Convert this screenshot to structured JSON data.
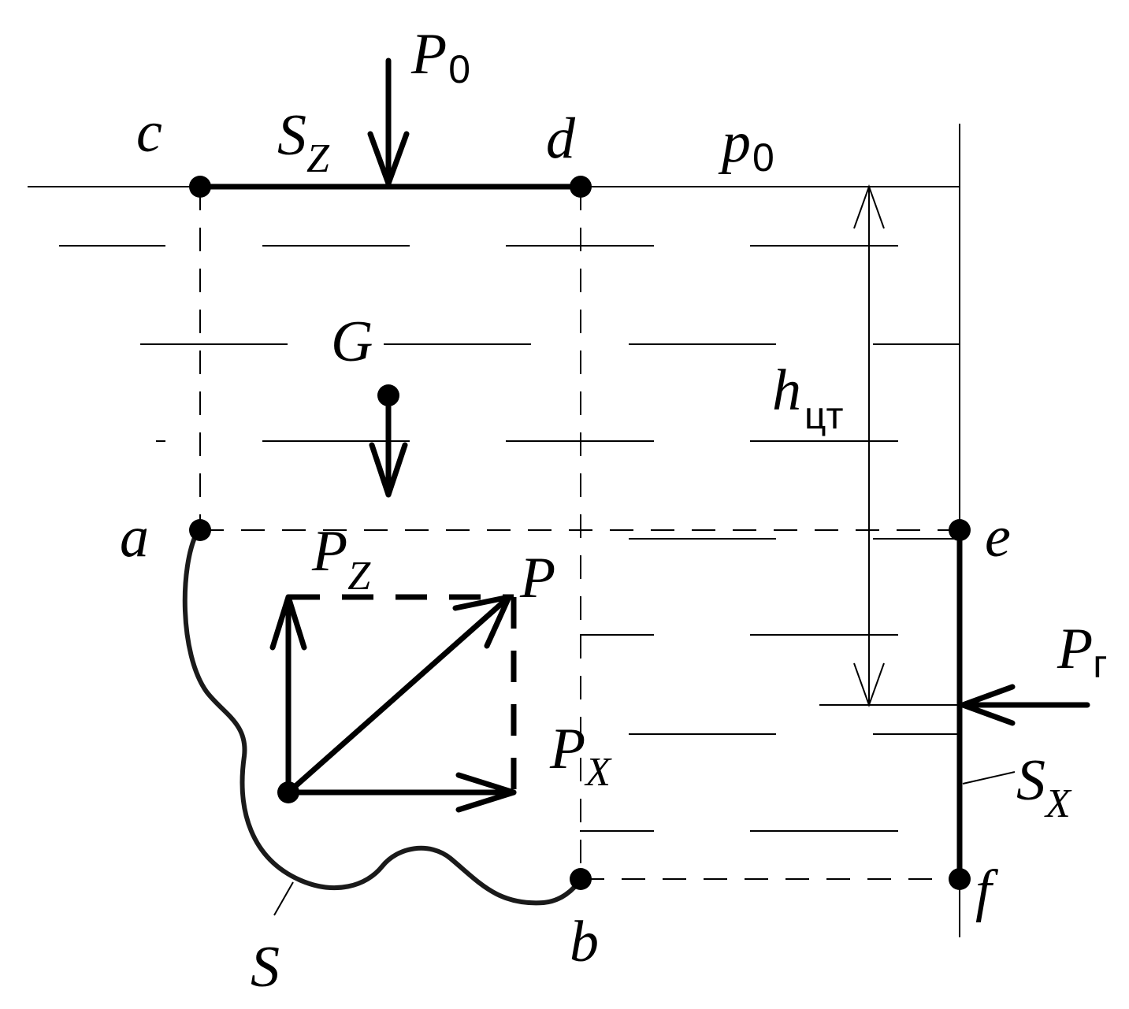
{
  "diagram": {
    "points": {
      "a": "a",
      "b": "b",
      "c": "c",
      "d": "d",
      "e": "e",
      "f": "f"
    },
    "labels": {
      "P0_main": "P",
      "P0_sub": "0",
      "p0_main": "p",
      "p0_sub": "0",
      "Sz_main": "S",
      "Sz_sub": "Z",
      "G": "G",
      "h_main": "h",
      "h_sub": "цт",
      "Pz_main": "P",
      "Pz_sub": "Z",
      "P": "P",
      "Px_main": "P",
      "Px_sub": "X",
      "Pg_main": "P",
      "Pg_sub": "г",
      "Sx_main": "S",
      "Sx_sub": "X",
      "S": "S"
    },
    "colors": {
      "ink": "#000000",
      "curve": "#1a1a1a",
      "background": "#ffffff"
    }
  }
}
